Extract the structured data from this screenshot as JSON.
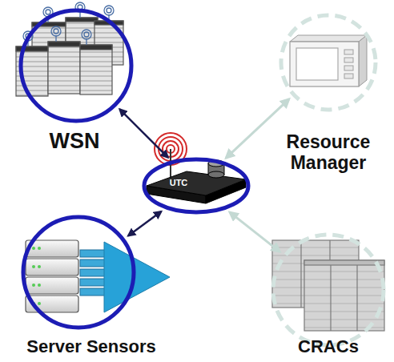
{
  "diagram": {
    "nodes": [
      {
        "text": [
          "WSN"
        ]
      },
      {
        "text": [
          "Resource Manager"
        ]
      },
      {
        "text": [
          "UTC"
        ]
      },
      {
        "text": [
          "Server Sensors"
        ]
      },
      {
        "text": [
          "CRACs"
        ]
      }
    ],
    "edges": [
      {
        "from": 2,
        "to": 0,
        "arrow": "both"
      },
      {
        "from": 2,
        "to": 1,
        "arrow": "both"
      },
      {
        "from": 2,
        "to": 3,
        "arrow": "both"
      },
      {
        "from": 2,
        "to": 4,
        "arrow": "both"
      }
    ]
  }
}
